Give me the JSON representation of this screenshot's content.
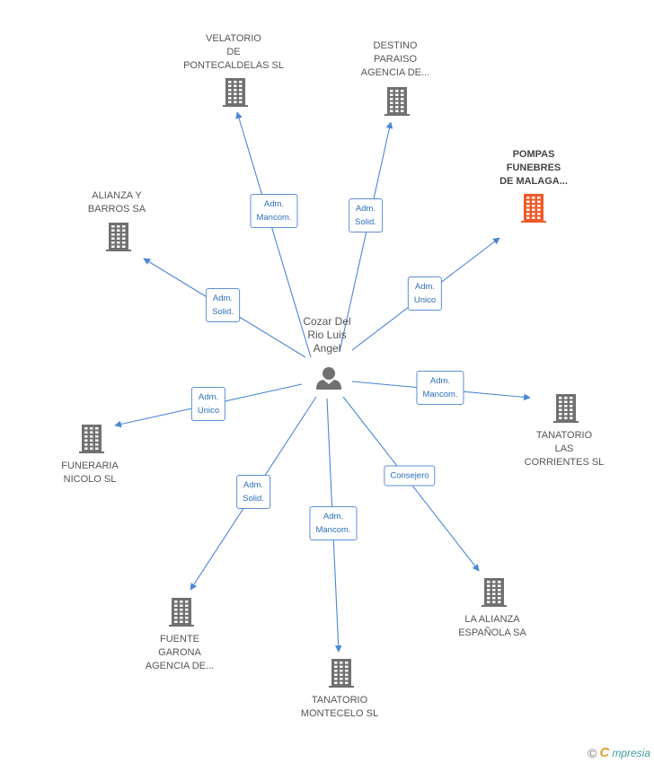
{
  "colors": {
    "edge": "#4a86d4",
    "building": "#707070",
    "building_highlight": "#f05a28",
    "person": "#707070"
  },
  "center": {
    "name": "Cozar Del\nRio Luis\nAngel",
    "icon": "person-icon"
  },
  "nodes": [
    {
      "id": "velatorio-pontecaldelas",
      "name": "VELATORIO\nDE\nPONTECALDELAS SL",
      "icon": "building-icon",
      "highlight": false,
      "relation": "Adm.\nMancom."
    },
    {
      "id": "destino-paraiso",
      "name": "DESTINO\nPARAISO\nAGENCIA DE...",
      "icon": "building-icon",
      "highlight": false,
      "relation": "Adm.\nSolid."
    },
    {
      "id": "pompas-funebres-malaga",
      "name": "POMPAS\nFUNEBRES\nDE MALAGA...",
      "icon": "building-icon",
      "highlight": true,
      "relation": "Adm.\nUnico"
    },
    {
      "id": "alianza-y-barros",
      "name": "ALIANZA Y\nBARROS SA",
      "icon": "building-icon",
      "highlight": false,
      "relation": "Adm.\nSolid."
    },
    {
      "id": "tanatorio-las-corrientes",
      "name": "TANATORIO\nLAS\nCORRIENTES SL",
      "icon": "building-icon",
      "highlight": false,
      "relation": "Adm.\nMancom."
    },
    {
      "id": "funeraria-nicolo",
      "name": "FUNERARIA\nNICOLO SL",
      "icon": "building-icon",
      "highlight": false,
      "relation": "Adm.\nUnico"
    },
    {
      "id": "la-alianza-espanola",
      "name": "LA ALIANZA\nESPAÑOLA SA",
      "icon": "building-icon",
      "highlight": false,
      "relation": "Consejero"
    },
    {
      "id": "fuente-garona",
      "name": "FUENTE\nGARONA\nAGENCIA DE...",
      "icon": "building-icon",
      "highlight": false,
      "relation": "Adm.\nSolid."
    },
    {
      "id": "tanatorio-montecelo",
      "name": "TANATORIO\nMONTECELO SL",
      "icon": "building-icon",
      "highlight": false,
      "relation": "Adm.\nMancom."
    }
  ],
  "branding": {
    "copyright": "©",
    "initial": "C",
    "name": "mpresia"
  }
}
